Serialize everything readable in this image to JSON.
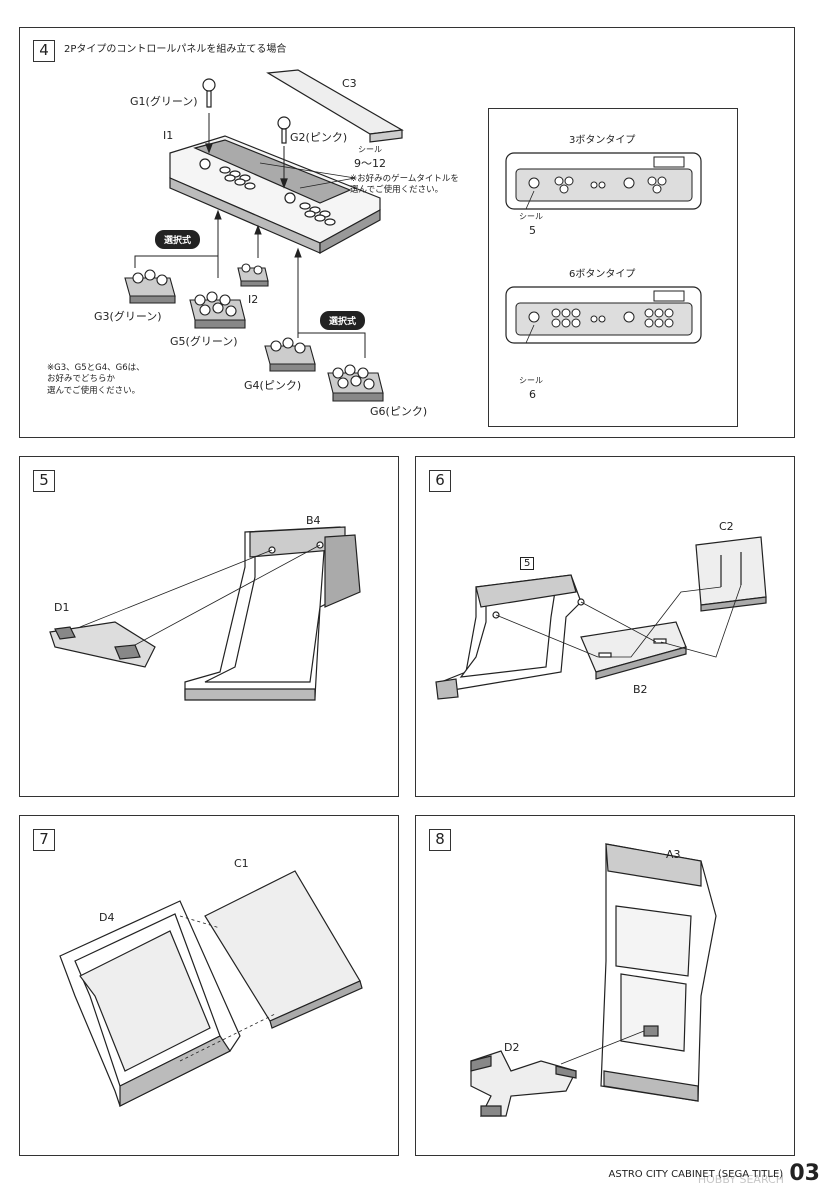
{
  "step4": {
    "number": "4",
    "heading": "2Pタイプのコントロールパネルを組み立てる場合",
    "labels": {
      "g1": "G1(グリーン)",
      "g2": "G2(ピンク)",
      "c3": "C3",
      "i1": "I1",
      "seal_word": "シール",
      "seal_range": "9〜12",
      "seal_note": "※お好みのゲームタイトルを\n選んでご使用ください。",
      "selectable1": "選択式",
      "selectable2": "選択式",
      "g3": "G3(グリーン)",
      "g5": "G5(グリーン)",
      "i2": "I2",
      "g4": "G4(ピンク)",
      "g6": "G6(ピンク)",
      "bottom_note": "※G3、G5とG4、G6は、\nお好みでどちらか\n選んでご使用ください。"
    },
    "inset": {
      "type3_title": "3ボタンタイプ",
      "type3_seal": "シール",
      "type3_seal_num": "5",
      "type6_title": "6ボタンタイプ",
      "type6_seal": "シール",
      "type6_seal_num": "6"
    }
  },
  "step5": {
    "number": "5",
    "b4": "B4",
    "d1": "D1"
  },
  "step6": {
    "number": "6",
    "ref": "5",
    "c2": "C2",
    "b2": "B2"
  },
  "step7": {
    "number": "7",
    "c1": "C1",
    "d4": "D4"
  },
  "step8": {
    "number": "8",
    "a3": "A3",
    "d2": "D2"
  },
  "footer": {
    "title": "ASTRO CITY CABINET (SEGA TITLE)",
    "page": "03"
  },
  "watermark": "HOBBY SEARCH"
}
